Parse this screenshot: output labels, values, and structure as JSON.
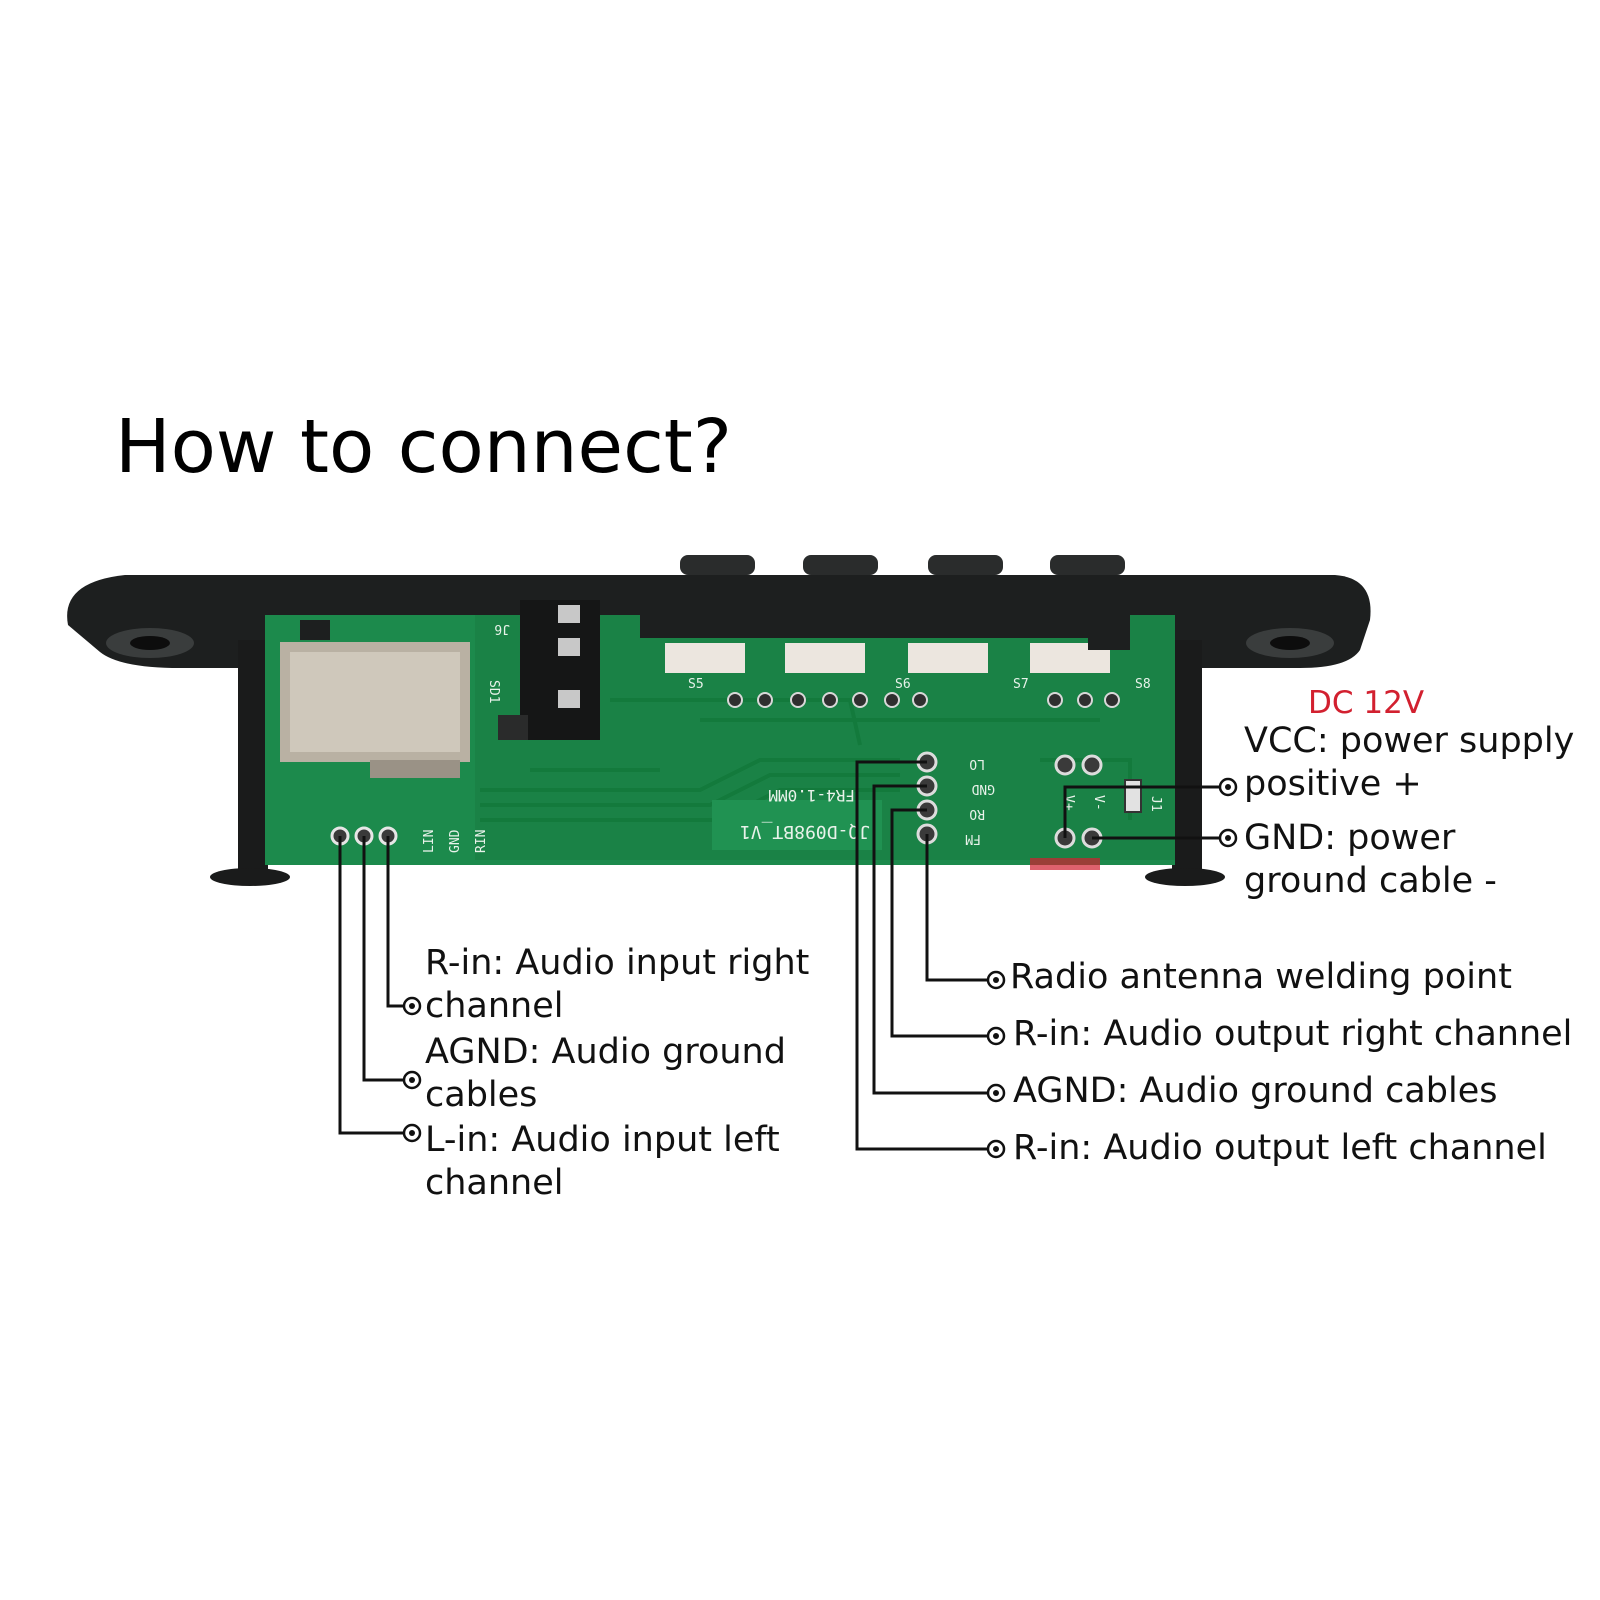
{
  "title": "How to connect?",
  "dc_label": "DC 12V",
  "pcb": {
    "silkscreen": {
      "j6": "J6",
      "sd1": "SD1",
      "lin": "LIN",
      "gnd_in": "GND",
      "rin": "RIN",
      "lo": "LO",
      "gnd_out": "GND",
      "ro": "RO",
      "fm": "FM",
      "v_plus": "V+",
      "v_minus": "V-",
      "j1": "J1",
      "fr4": "FR4-1.0MM",
      "board_id": "JQ-D098BT_V1",
      "s5": "S5",
      "s6": "S6",
      "s7": "S7",
      "s8": "S8"
    },
    "colors": {
      "board": "#1c8a4c",
      "trace": "#137a3c",
      "panel": "#1d1f1f",
      "accent_red": "#d2202f"
    }
  },
  "left_labels": {
    "rin_line1": "R-in: Audio input right",
    "rin_line2": "channel",
    "agnd_line1": "AGND: Audio ground",
    "agnd_line2": "cables",
    "lin_line1": "L-in: Audio input left",
    "lin_line2": "channel"
  },
  "right_labels": {
    "vcc_line1": "VCC: power supply",
    "vcc_line2": "positive +",
    "gnd_line1": "GND: power",
    "gnd_line2": "ground cable -",
    "radio": "Radio antenna welding point",
    "rout": "R-in: Audio output right channel",
    "agnd": "AGND: Audio ground cables",
    "lout": "R-in: Audio output left channel"
  },
  "icons": [
    "terminal-pin-icon"
  ]
}
